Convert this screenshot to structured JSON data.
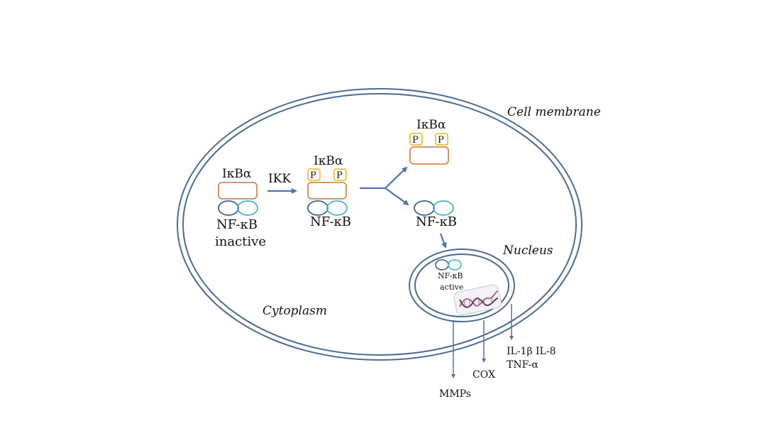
{
  "labels": {
    "cell_membrane": "Cell membrane",
    "nucleus": "Nucleus",
    "cytoplasm": "Cytoplasm",
    "ikba_1": "IκBα",
    "nfkb_1": "NF-κB",
    "inactive": "inactive",
    "ikk": "IKK",
    "ikba_2": "IκBα",
    "phospho": "P",
    "nfkb_2": "NF-κB",
    "ikba_3": "IκBα",
    "nfkb_3": "NF-κB",
    "nfkb_active": "NF-κB",
    "active": "active",
    "mmps": "MMPs",
    "cox": "COX",
    "il": "IL-1β IL-8",
    "tnf": "TNF-α"
  },
  "colors": {
    "membrane": "#4a6a96",
    "arrow": "#4a73b0",
    "ikba_box": "#d8874d",
    "phospho_box": "#e8c23a",
    "nfkb_dark": "#3d5f8f",
    "nfkb_light": "#3fb2cf",
    "dna_1": "#a56a8a",
    "dna_2": "#5a3d6b"
  }
}
